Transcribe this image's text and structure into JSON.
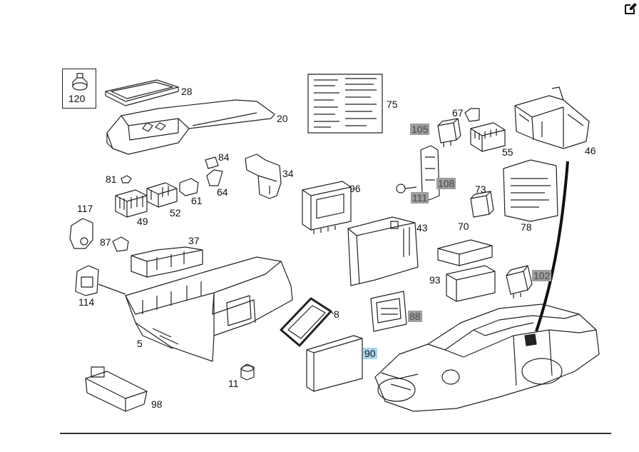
{
  "toolbar": {
    "edit_icon": "edit-icon"
  },
  "callouts": {
    "c120": "120",
    "c28": "28",
    "c20": "20",
    "c75": "75",
    "c67": "67",
    "c105": "105",
    "c55": "55",
    "c46": "46",
    "c84": "84",
    "c81": "81",
    "c34": "34",
    "c64": "64",
    "c61": "61",
    "c52": "52",
    "c49": "49",
    "c96": "96",
    "c108": "108",
    "c111": "111",
    "c73": "73",
    "c117": "117",
    "c87": "87",
    "c37": "37",
    "c43": "43",
    "c70": "70",
    "c78": "78",
    "c93": "93",
    "c102": "102",
    "c114": "114",
    "c8": "8",
    "c88": "88",
    "c5": "5",
    "c90": "90",
    "c11": "11",
    "c98": "98"
  },
  "colors": {
    "line": "#222222",
    "highlight_grey": "#9e9e9e",
    "highlight_blue": "#a8d4ec"
  }
}
